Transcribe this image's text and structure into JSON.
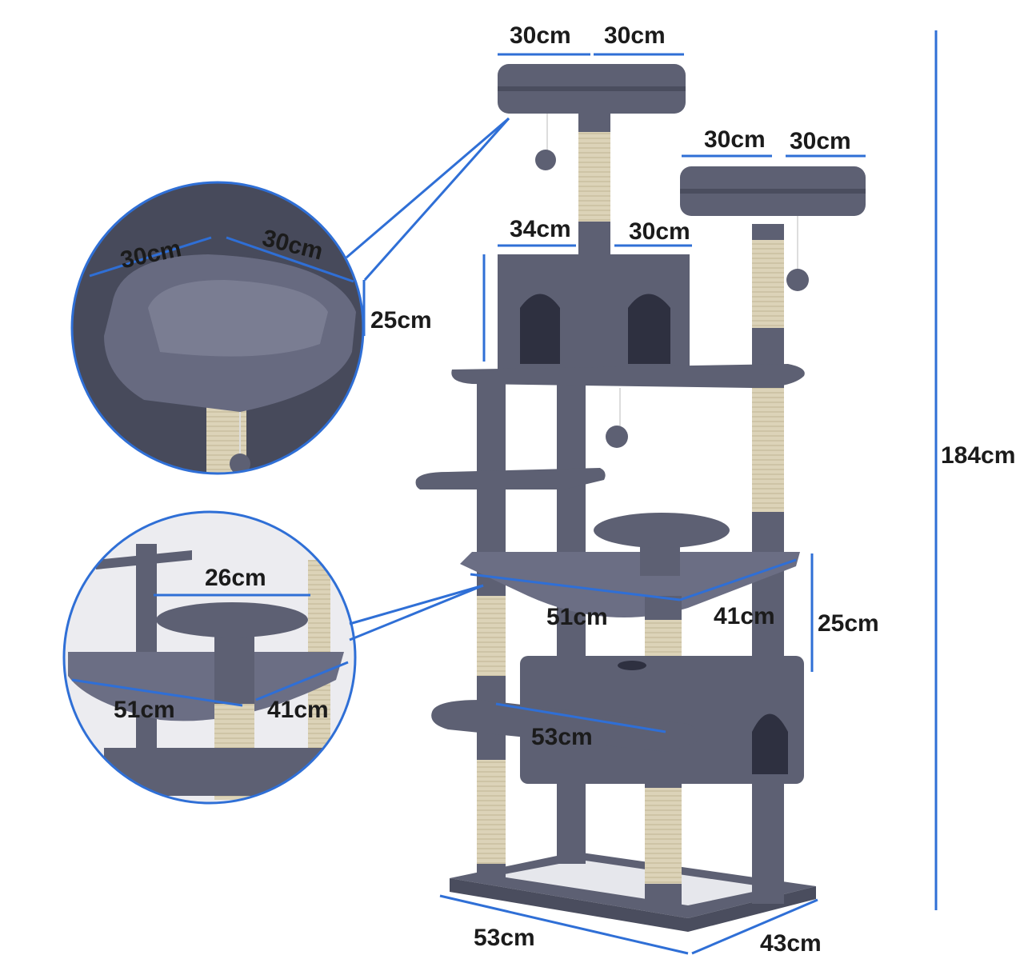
{
  "colors": {
    "plush": "#5d6073",
    "plush_dark": "#4a4d5e",
    "plush_light": "#70738a",
    "sisal": "#dcd3b8",
    "dimension_line": "#2f6fd6",
    "text": "#1b1b1b"
  },
  "labels": {
    "top_perch_width": "30cm",
    "top_perch_depth": "30cm",
    "right_perch_width": "30cm",
    "right_perch_depth": "30cm",
    "condo_width": "34cm",
    "condo_depth": "30cm",
    "zoom_top_width": "30cm",
    "zoom_top_depth": "30cm",
    "zoom_top_height": "25cm",
    "zoom_bottom_platform": "26cm",
    "zoom_bottom_hammock_width": "51cm",
    "zoom_bottom_hammock_depth": "41cm",
    "hammock_width": "51cm",
    "hammock_depth": "41cm",
    "hammock_height": "25cm",
    "lower_platform": "53cm",
    "base_width": "53cm",
    "base_depth": "43cm",
    "total_height": "184cm"
  }
}
